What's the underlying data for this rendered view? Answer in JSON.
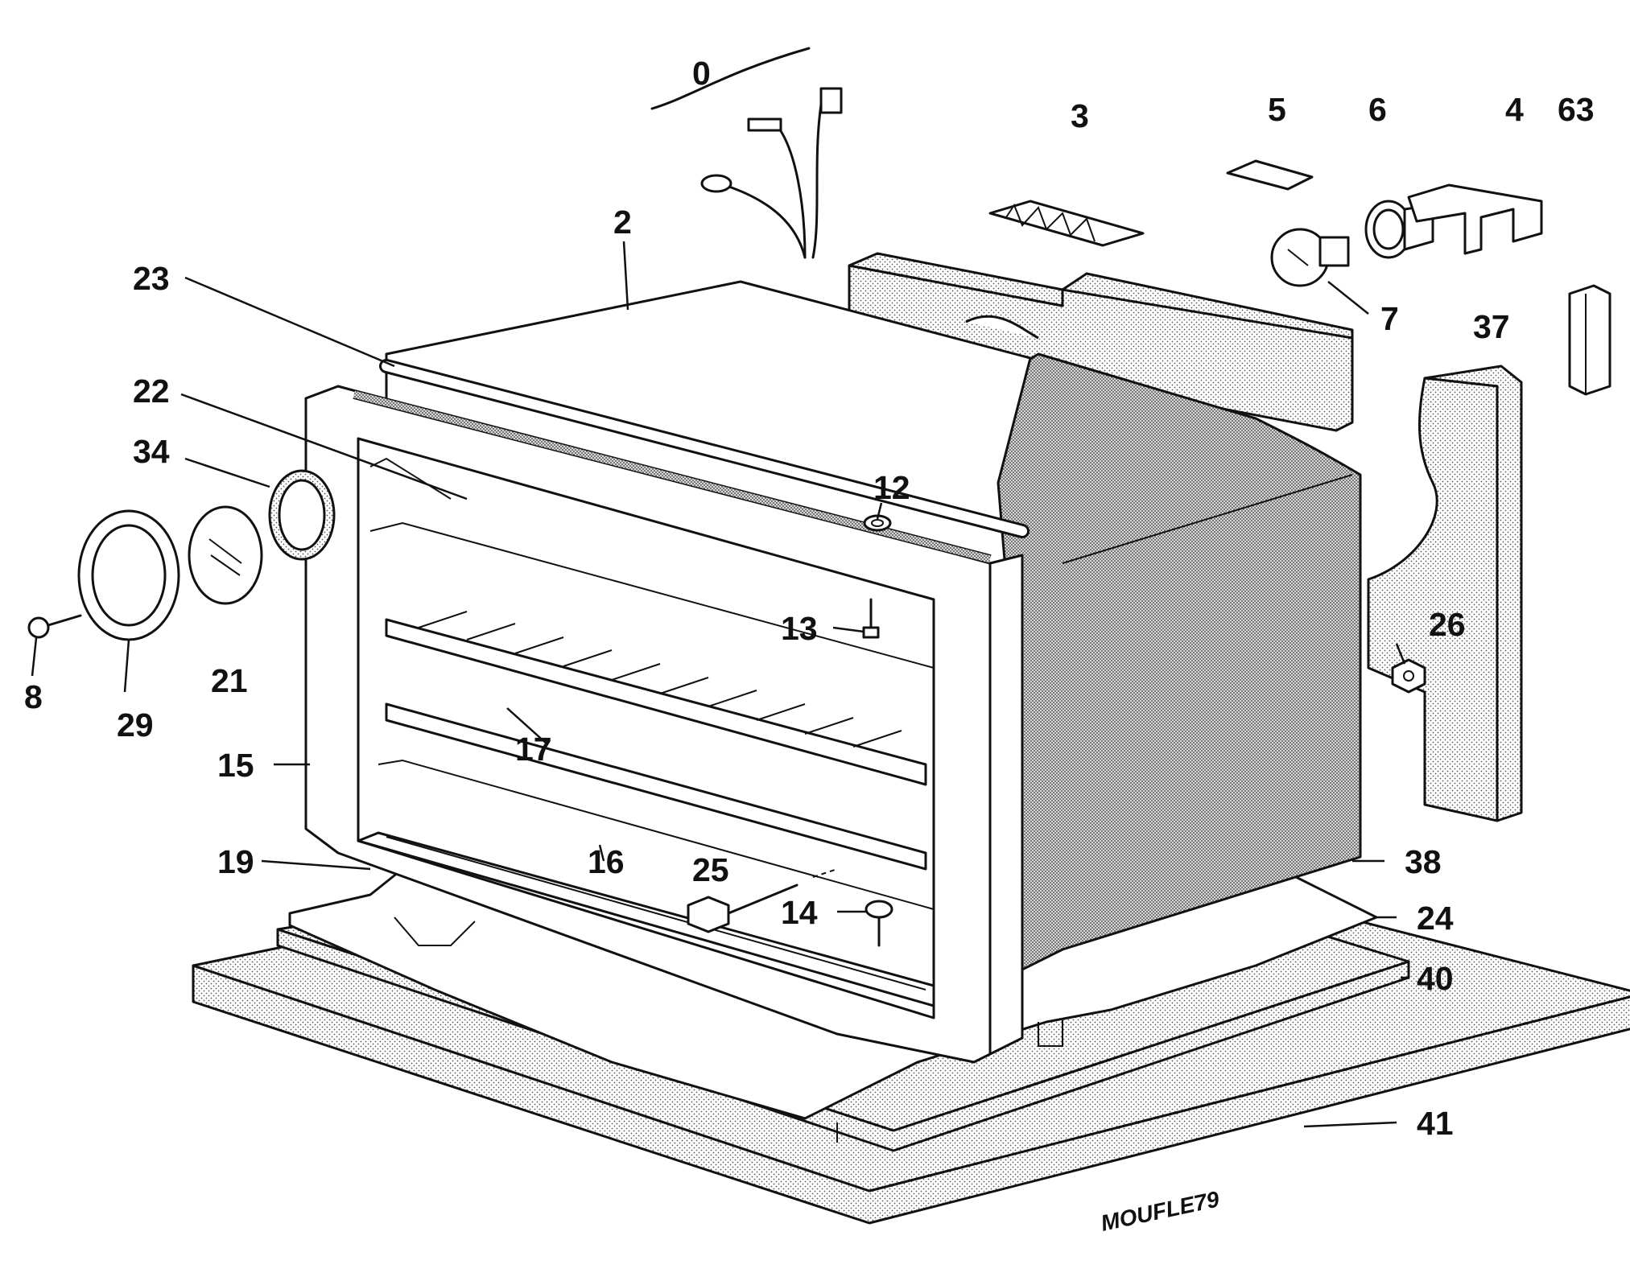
{
  "drawing_code": "MOUFLE79",
  "callouts": {
    "c0": "0",
    "c2": "2",
    "c3": "3",
    "c4": "4",
    "c5": "5",
    "c6": "6",
    "c7": "7",
    "c8": "8",
    "c12": "12",
    "c13": "13",
    "c14": "14",
    "c15": "15",
    "c16": "16",
    "c17": "17",
    "c19": "19",
    "c21": "21",
    "c22": "22",
    "c23": "23",
    "c24": "24",
    "c25": "25",
    "c26": "26",
    "c29": "29",
    "c34": "34",
    "c37": "37",
    "c38": "38",
    "c40": "40",
    "c41": "41",
    "c63": "63"
  }
}
